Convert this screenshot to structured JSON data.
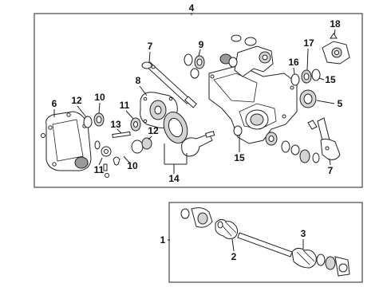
{
  "diagram": {
    "callouts": [
      "1",
      "2",
      "3",
      "4",
      "5",
      "6",
      "7",
      "7",
      "8",
      "9",
      "10",
      "10",
      "11",
      "11",
      "12",
      "12",
      "13",
      "14",
      "15",
      "15",
      "16",
      "17",
      "18"
    ]
  },
  "callouts": {
    "c1": "1",
    "c2": "2",
    "c3": "3",
    "c4": "4",
    "c5": "5",
    "c6": "6",
    "c7a": "7",
    "c7b": "7",
    "c8": "8",
    "c9": "9",
    "c10a": "10",
    "c10b": "10",
    "c11a": "11",
    "c11b": "11",
    "c12a": "12",
    "c12b": "12",
    "c13": "13",
    "c14": "14",
    "c15a": "15",
    "c15b": "15",
    "c16": "16",
    "c17": "17",
    "c18": "18"
  }
}
